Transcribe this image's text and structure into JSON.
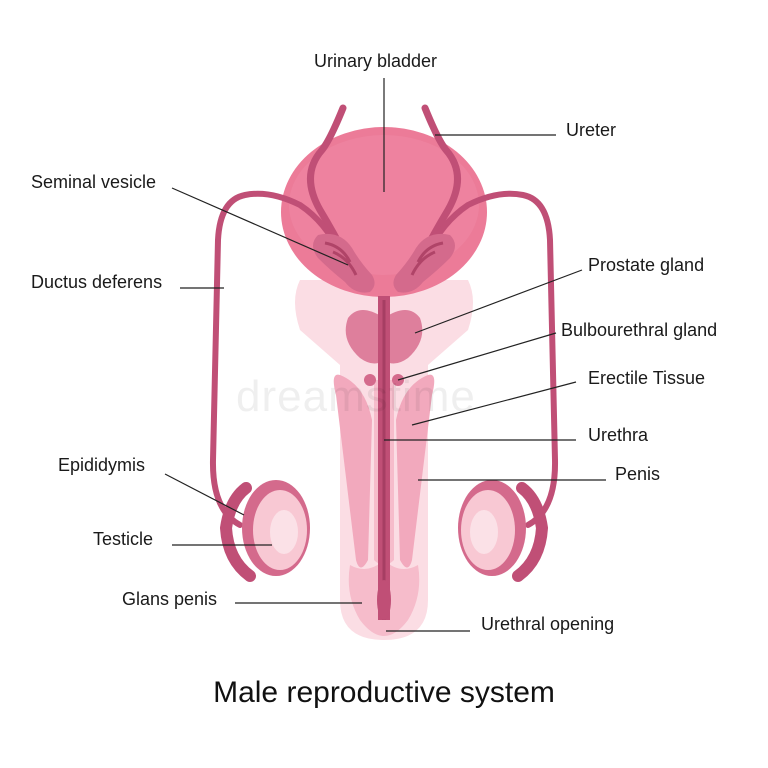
{
  "title": "Male reproductive system",
  "watermark": "dreamstime",
  "colors": {
    "bladder": "#ec7b98",
    "tube": "#c04f76",
    "organ": "#d46a8c",
    "light_tissue": "#f9d3dc",
    "mid_tissue": "#f2a9bd",
    "testicle": "#f8c8d3",
    "leader_line": "#222222"
  },
  "labels": {
    "urinary_bladder": "Urinary bladder",
    "ureter": "Ureter",
    "seminal_vesicle": "Seminal vesicle",
    "ductus_deferens": "Ductus deferens",
    "prostate_gland": "Prostate gland",
    "bulbourethral_gland": "Bulbourethral gland",
    "erectile_tissue": "Erectile Tissue",
    "urethra": "Urethra",
    "epididymis": "Epididymis",
    "penis": "Penis",
    "testicle": "Testicle",
    "glans_penis": "Glans penis",
    "urethral_opening": "Urethral opening"
  }
}
